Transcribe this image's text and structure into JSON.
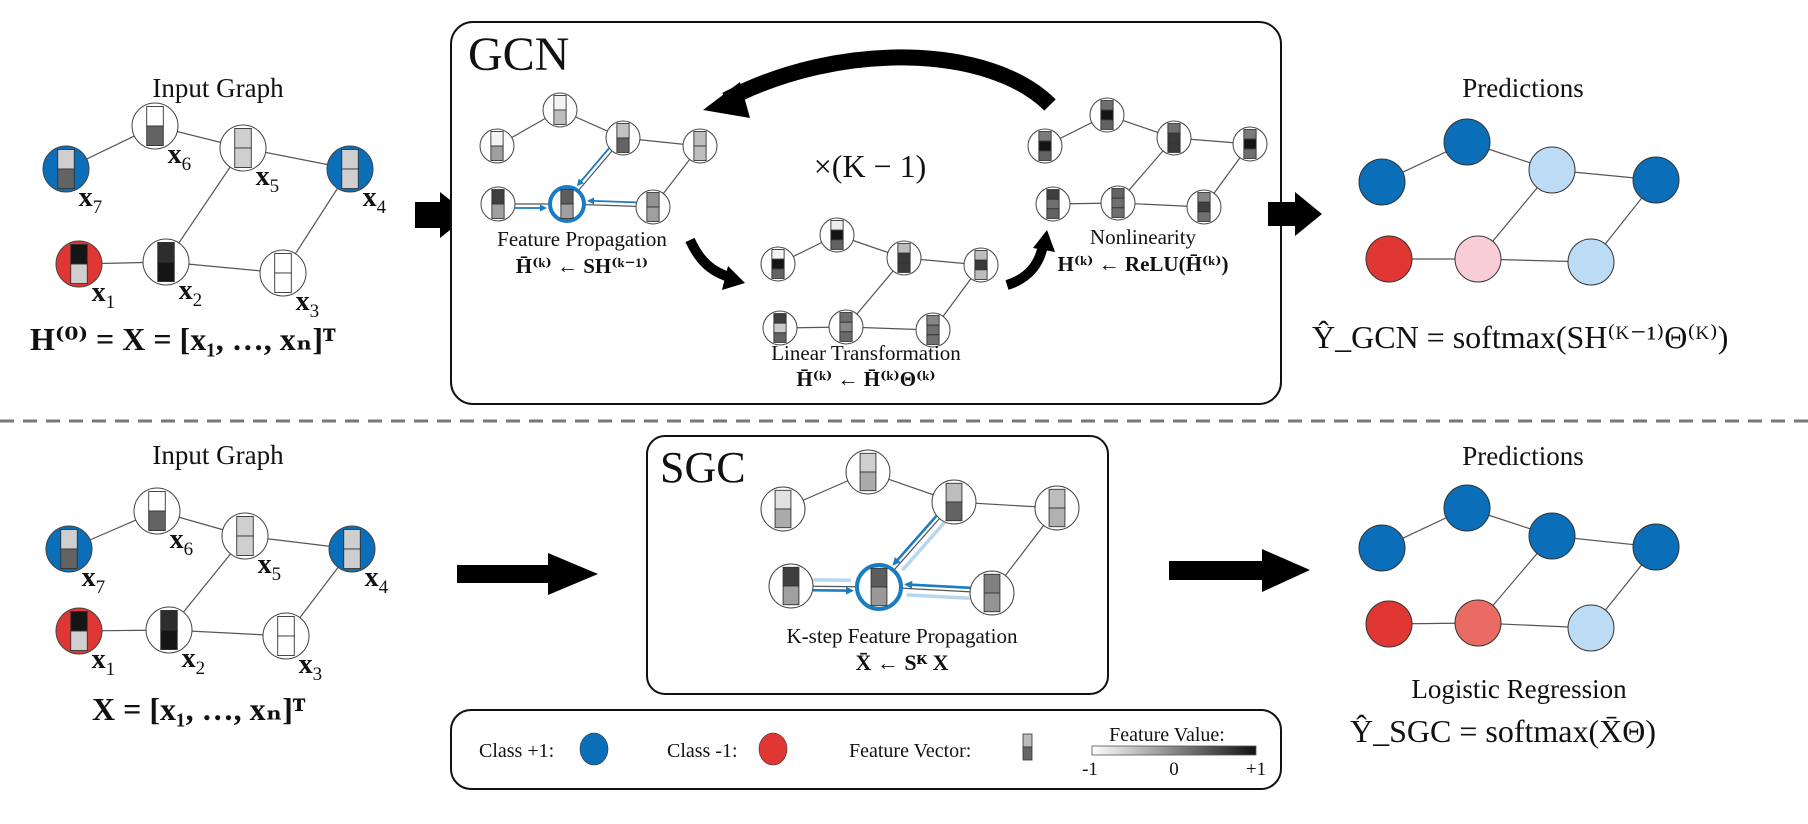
{
  "colors": {
    "class_pos": "#0a6fb8",
    "class_neg": "#e03634",
    "light_blue": "#bcdcf5",
    "light_red": "#f9cdd6",
    "mid_red": "#e96b64",
    "highlight_blue": "#1a7cc2",
    "edge": "#555555",
    "box_border": "#111111",
    "dash": "#777777"
  },
  "top": {
    "input_title": "Input Graph",
    "input_formula": "H⁽⁰⁾ = X = [x₁, …, xₙ]ᵀ",
    "gcn_title": "GCN",
    "repeat_label": "×(K − 1)",
    "steps": [
      {
        "title": "Feature Propagation",
        "formula": "H̄⁽ᵏ⁾ ← SH⁽ᵏ⁻¹⁾"
      },
      {
        "title": "Linear Transformation",
        "formula": "H̄⁽ᵏ⁾ ← H̄⁽ᵏ⁾Θ⁽ᵏ⁾"
      },
      {
        "title": "Nonlinearity",
        "formula": "H⁽ᵏ⁾ ← ReLU(H̄⁽ᵏ⁾)"
      }
    ],
    "pred_title": "Predictions",
    "pred_formula": "Ŷ_GCN = softmax(SH⁽ᴷ⁻¹⁾Θ⁽ᴷ⁾)"
  },
  "bottom": {
    "input_title": "Input Graph",
    "input_formula": "X = [x₁, …, xₙ]ᵀ",
    "sgc_title": "SGC",
    "step_title": "K-step Feature Propagation",
    "step_formula": "X̄ ← Sᴷ X",
    "pred_title": "Predictions",
    "pred_subtitle": "Logistic Regression",
    "pred_formula": "Ŷ_SGC = softmax(X̄Θ)"
  },
  "legend": {
    "class_pos_label": "Class +1:",
    "class_neg_label": "Class -1:",
    "feature_vector_label": "Feature Vector:",
    "feature_value_label": "Feature Value:",
    "scale_ticks": [
      "-1",
      "0",
      "+1"
    ]
  },
  "graph": {
    "node_labels": [
      "x1",
      "x2",
      "x3",
      "x4",
      "x5",
      "x6",
      "x7"
    ],
    "edges": [
      [
        7,
        6
      ],
      [
        6,
        5
      ],
      [
        5,
        4
      ],
      [
        5,
        2
      ],
      [
        1,
        2
      ],
      [
        2,
        3
      ],
      [
        3,
        4
      ]
    ],
    "input_features": {
      "1": [
        0.95,
        -0.6
      ],
      "2": [
        0.75,
        0.95
      ],
      "3": [
        -1.0,
        -1.0
      ],
      "4": [
        -0.6,
        -0.6
      ],
      "5": [
        -0.6,
        -0.6
      ],
      "6": [
        -1.0,
        0.3
      ],
      "7": [
        -0.6,
        0.3
      ]
    },
    "input_classes": {
      "1": "neg",
      "4": "pos",
      "7": "pos"
    },
    "propagated_features": {
      "1": [
        0.6,
        -0.2
      ],
      "2": [
        0.35,
        -0.2
      ],
      "3": [
        -0.1,
        -0.2
      ],
      "4": [
        -0.45,
        -0.45
      ],
      "5": [
        -0.5,
        0.3
      ],
      "6": [
        -0.9,
        -0.45
      ],
      "7": [
        -0.9,
        -0.2
      ]
    },
    "linear_features": {
      "1": [
        0.6,
        -0.55,
        0.3
      ],
      "2": [
        0.2,
        0.0,
        0.25
      ],
      "3": [
        0.0,
        0.2,
        0.2
      ],
      "4": [
        -0.45,
        0.65,
        -0.45
      ],
      "5": [
        -0.45,
        0.65,
        0.65
      ],
      "6": [
        -0.85,
        0.95,
        0.3
      ],
      "7": [
        -0.9,
        0.95,
        0.3
      ]
    },
    "relu_features": {
      "1": [
        0.6,
        0.2,
        0.3
      ],
      "2": [
        0.3,
        0.2,
        0.2
      ],
      "3": [
        0.0,
        0.6,
        0.2
      ],
      "4": [
        0.1,
        0.95,
        0.2
      ],
      "5": [
        0.2,
        0.65,
        0.65
      ],
      "6": [
        0.2,
        0.95,
        0.3
      ],
      "7": [
        0.1,
        0.95,
        0.3
      ]
    },
    "sgc_features": {
      "1": [
        0.6,
        -0.2
      ],
      "2": [
        0.35,
        -0.15
      ],
      "3": [
        0.05,
        -0.1
      ],
      "4": [
        -0.45,
        -0.35
      ],
      "5": [
        -0.45,
        0.3
      ],
      "6": [
        -0.6,
        -0.3
      ],
      "7": [
        -0.75,
        -0.3
      ]
    },
    "gcn_predictions": {
      "1": "neg",
      "2": "light_red",
      "3": "light_blue",
      "4": "pos",
      "5": "light_blue",
      "6": "pos",
      "7": "pos"
    },
    "sgc_predictions": {
      "1": "neg",
      "2": "mid_red",
      "3": "light_blue",
      "4": "pos",
      "5": "pos",
      "6": "pos",
      "7": "pos"
    }
  }
}
